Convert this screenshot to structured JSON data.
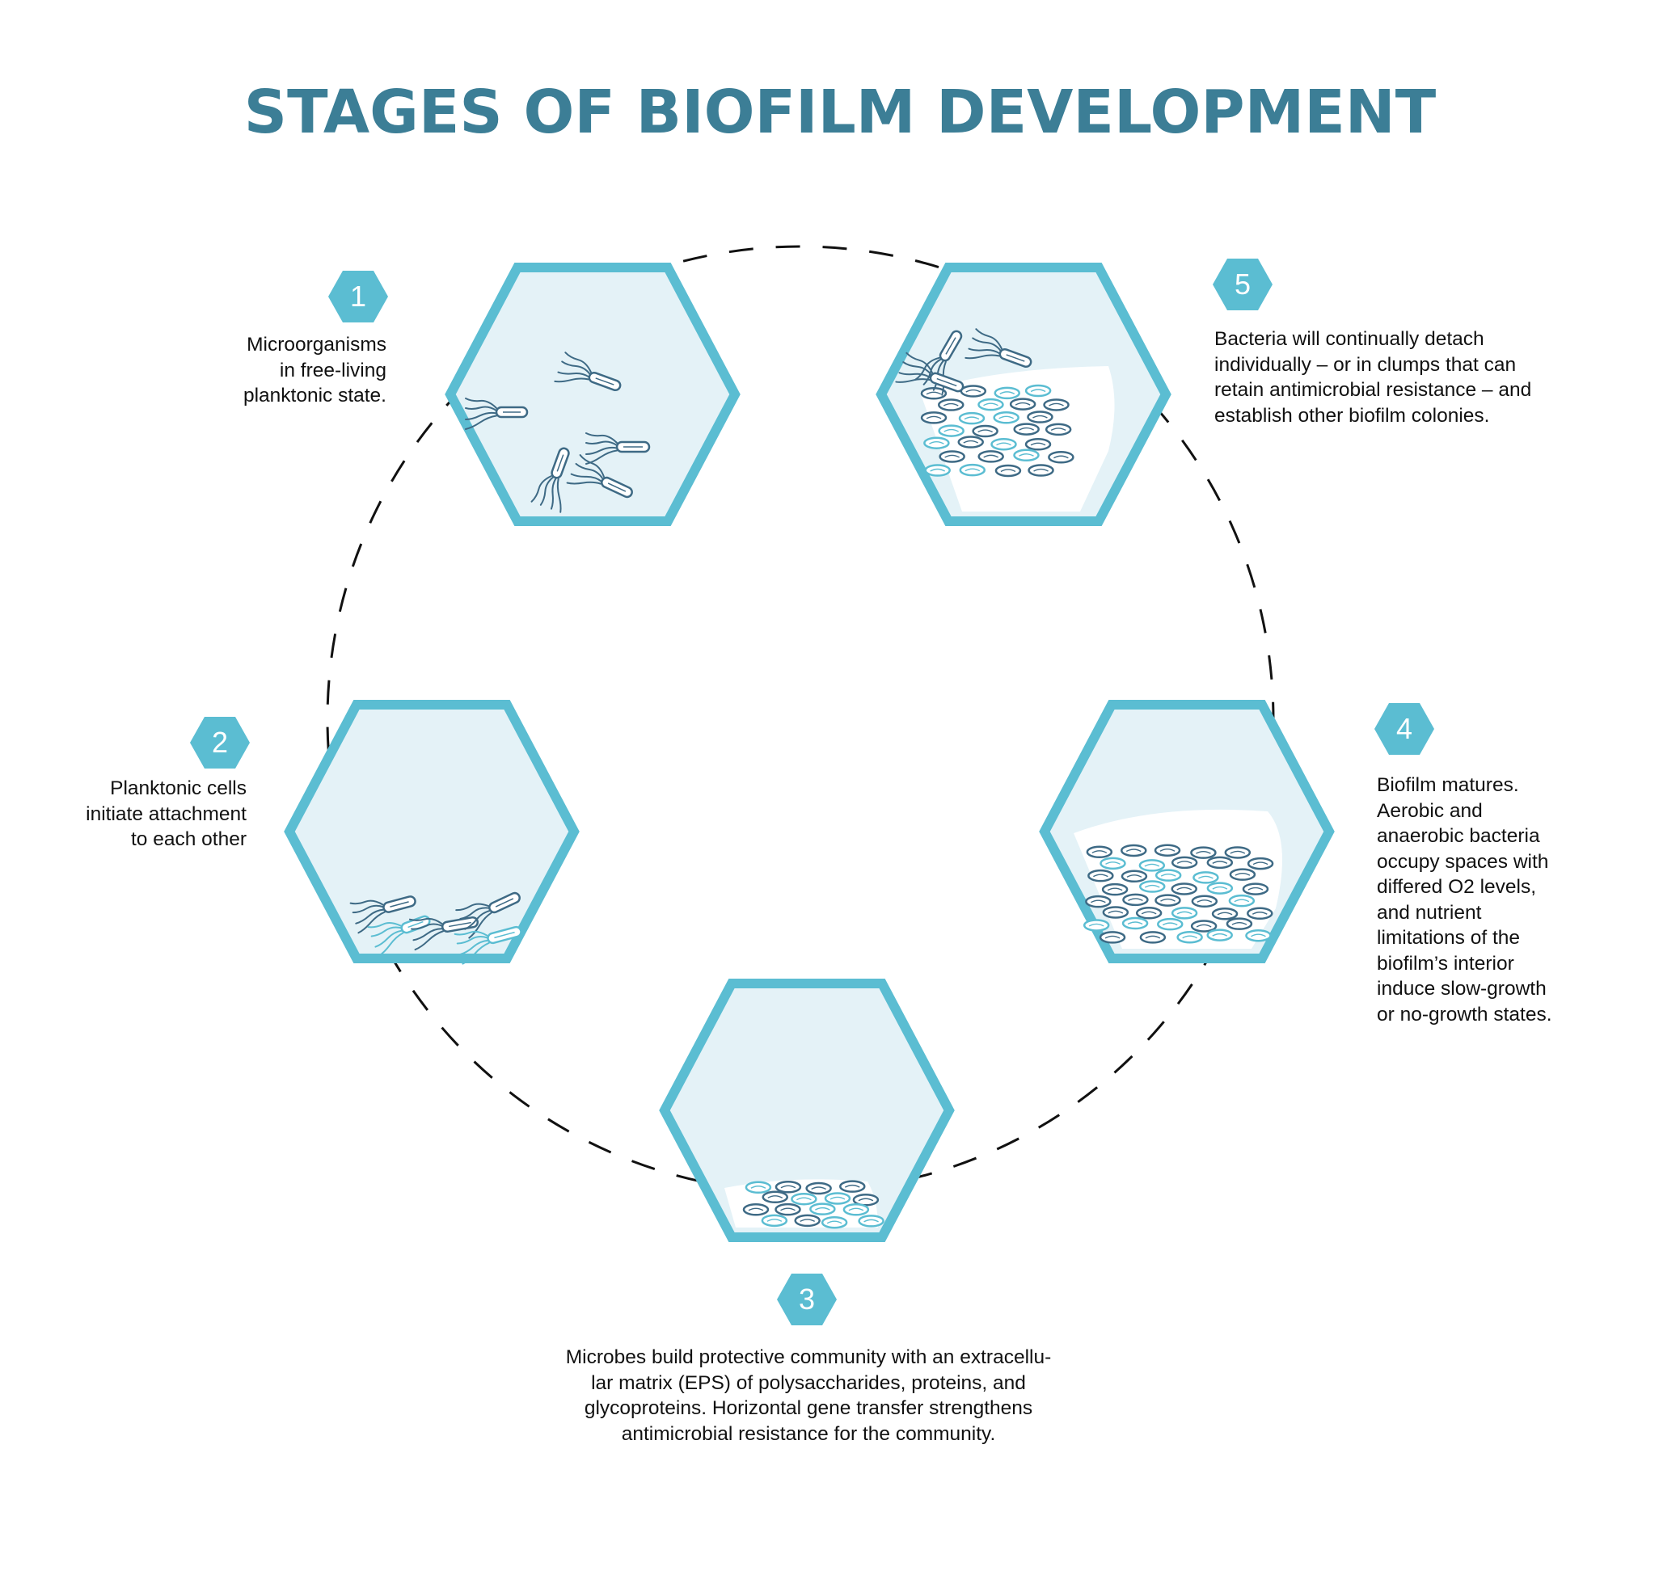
{
  "title": "STAGES OF BIOFILM DEVELOPMENT",
  "colors": {
    "title": "#3c7e96",
    "hex_stroke": "#5bbdd2",
    "hex_fill": "#e4f2f7",
    "badge": "#5bbdd2",
    "cell_dark": "#3e6a85",
    "cell_light": "#5bbdd2",
    "matrix": "#ffffff",
    "cycle_line": "#111111"
  },
  "stages": [
    {
      "number": "1",
      "description": "Microorganisms\nin free-living\nplanktonic state.",
      "icon": "free-floating-bacteria-icon"
    },
    {
      "number": "2",
      "description": "Planktonic cells\ninitiate attachment\nto each other",
      "icon": "attached-bacteria-icon"
    },
    {
      "number": "3",
      "description": "Microbes build protective community with an extracellu-\nlar matrix (EPS) of polysaccharides, proteins, and\nglycoproteins. Horizontal gene transfer strengthens\nantimicrobial resistance for the community.",
      "icon": "early-biofilm-icon"
    },
    {
      "number": "4",
      "description": "Biofilm matures.\nAerobic and\nanaerobic bacteria\noccupy spaces with\ndiffered O2 levels,\nand nutrient\nlimitations of the\nbiofilm’s interior\ninduce slow-growth\nor no-growth states.",
      "icon": "mature-biofilm-icon"
    },
    {
      "number": "5",
      "description": "Bacteria will continually detach\nindividually – or in clumps that can\nretain antimicrobial resistance – and\nestablish other biofilm colonies.",
      "icon": "dispersal-biofilm-icon"
    }
  ]
}
